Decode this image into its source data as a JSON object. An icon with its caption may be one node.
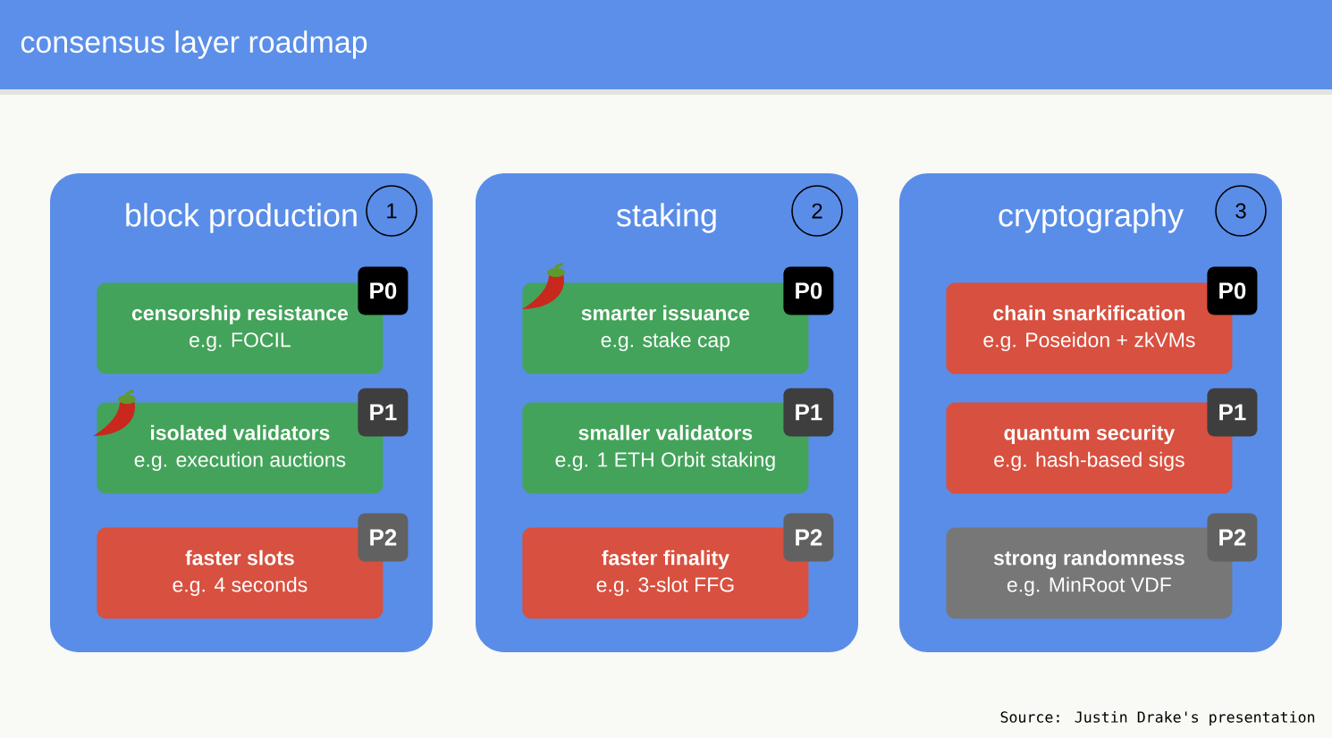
{
  "diagram": {
    "title": "consensus layer roadmap",
    "nodes": [
      {
        "text": [
          "block production"
        ]
      },
      {
        "text": [
          "1"
        ],
        "in": 0
      },
      {
        "text": [
          "censorship resistance",
          "e.g. FOCIL"
        ],
        "in": 0
      },
      {
        "text": [
          "P0"
        ],
        "in": 0
      },
      {
        "text": [
          "isolated validators",
          "e.g. execution auctions"
        ],
        "in": 0
      },
      {
        "text": [
          "P1"
        ],
        "in": 0
      },
      {
        "text": [
          "faster slots",
          "e.g. 4 seconds"
        ],
        "in": 0
      },
      {
        "text": [
          "P2"
        ],
        "in": 0
      },
      {
        "text": [
          "staking"
        ]
      },
      {
        "text": [
          "2"
        ],
        "in": 8
      },
      {
        "text": [
          "smarter issuance",
          "e.g. stake cap"
        ],
        "in": 8
      },
      {
        "text": [
          "P0"
        ],
        "in": 8
      },
      {
        "text": [
          "smaller validators",
          "e.g. 1 ETH Orbit staking"
        ],
        "in": 8
      },
      {
        "text": [
          "P1"
        ],
        "in": 8
      },
      {
        "text": [
          "faster finality",
          "e.g. 3-slot FFG"
        ],
        "in": 8
      },
      {
        "text": [
          "P2"
        ],
        "in": 8
      },
      {
        "text": [
          "cryptography"
        ]
      },
      {
        "text": [
          "3"
        ],
        "in": 16
      },
      {
        "text": [
          "chain snarkification",
          "e.g. Poseidon + zkVMs"
        ],
        "in": 16
      },
      {
        "text": [
          "P0"
        ],
        "in": 16
      },
      {
        "text": [
          "quantum security",
          "e.g. hash-based sigs"
        ],
        "in": 16
      },
      {
        "text": [
          "P1"
        ],
        "in": 16
      },
      {
        "text": [
          "strong randomness",
          "e.g. MinRoot VDF"
        ],
        "in": 16
      },
      {
        "text": [
          "P2"
        ],
        "in": 16
      }
    ],
    "labels": [
      "Source: Justin Drake's presentation"
    ]
  }
}
